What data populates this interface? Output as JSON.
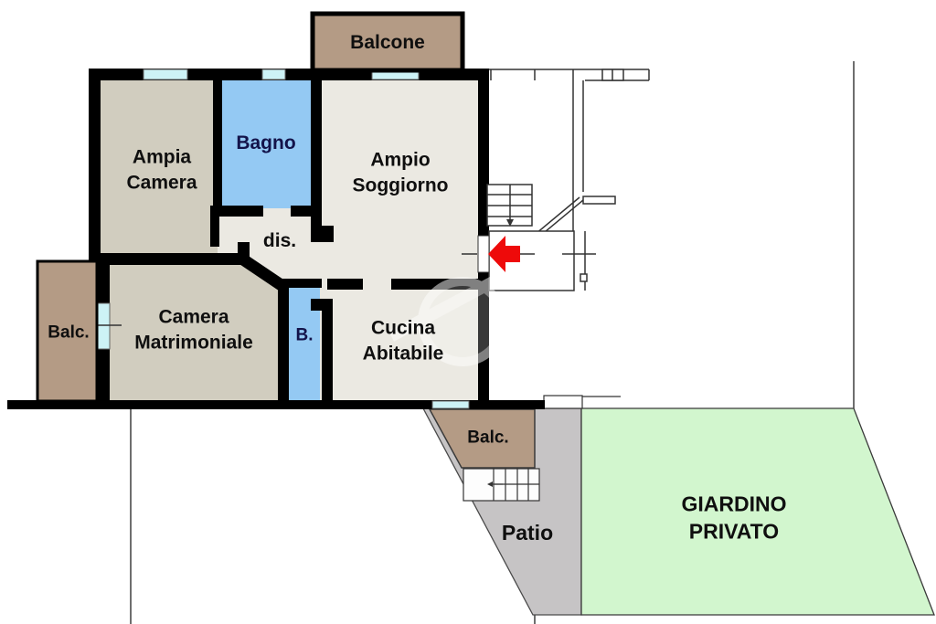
{
  "plan": {
    "title": "Apartment floor plan with private garden",
    "rooms": {
      "balcone_top": {
        "label": "Balcone"
      },
      "ampia_camera": {
        "label": "Ampia\nCamera"
      },
      "bagno": {
        "label": "Bagno"
      },
      "ampio_soggiorno": {
        "label": "Ampio\nSoggiorno"
      },
      "disimpegno": {
        "label": "dis."
      },
      "balcone_left": {
        "label": "Balc."
      },
      "camera_matrimoniale": {
        "label": "Camera\nMatrimoniale"
      },
      "bagno_piccolo": {
        "label": "B."
      },
      "cucina": {
        "label": "Cucina\nAbitabile"
      },
      "balcone_basso": {
        "label": "Balc."
      },
      "patio": {
        "label": "Patio"
      },
      "giardino": {
        "label": "GIARDINO\nPRIVATO"
      }
    },
    "icons": {
      "entrance_arrow": "red-left-arrow-entrance",
      "stairs_up_arrow": "stairs-direction-arrow"
    },
    "palette": {
      "wall_black": "#000000",
      "room_beige": "#d1cdbf",
      "room_cream": "#ebe9e2",
      "room_blue": "#94c9f3",
      "balcony_brown": "#b49b85",
      "window_cyan": "#cdf2f6",
      "patio_gray": "#c6c4c5",
      "garden_green": "#d2f6ce",
      "arrow_red": "#ee0a0a",
      "line_dark": "#3a3a3a",
      "white": "#ffffff"
    }
  }
}
